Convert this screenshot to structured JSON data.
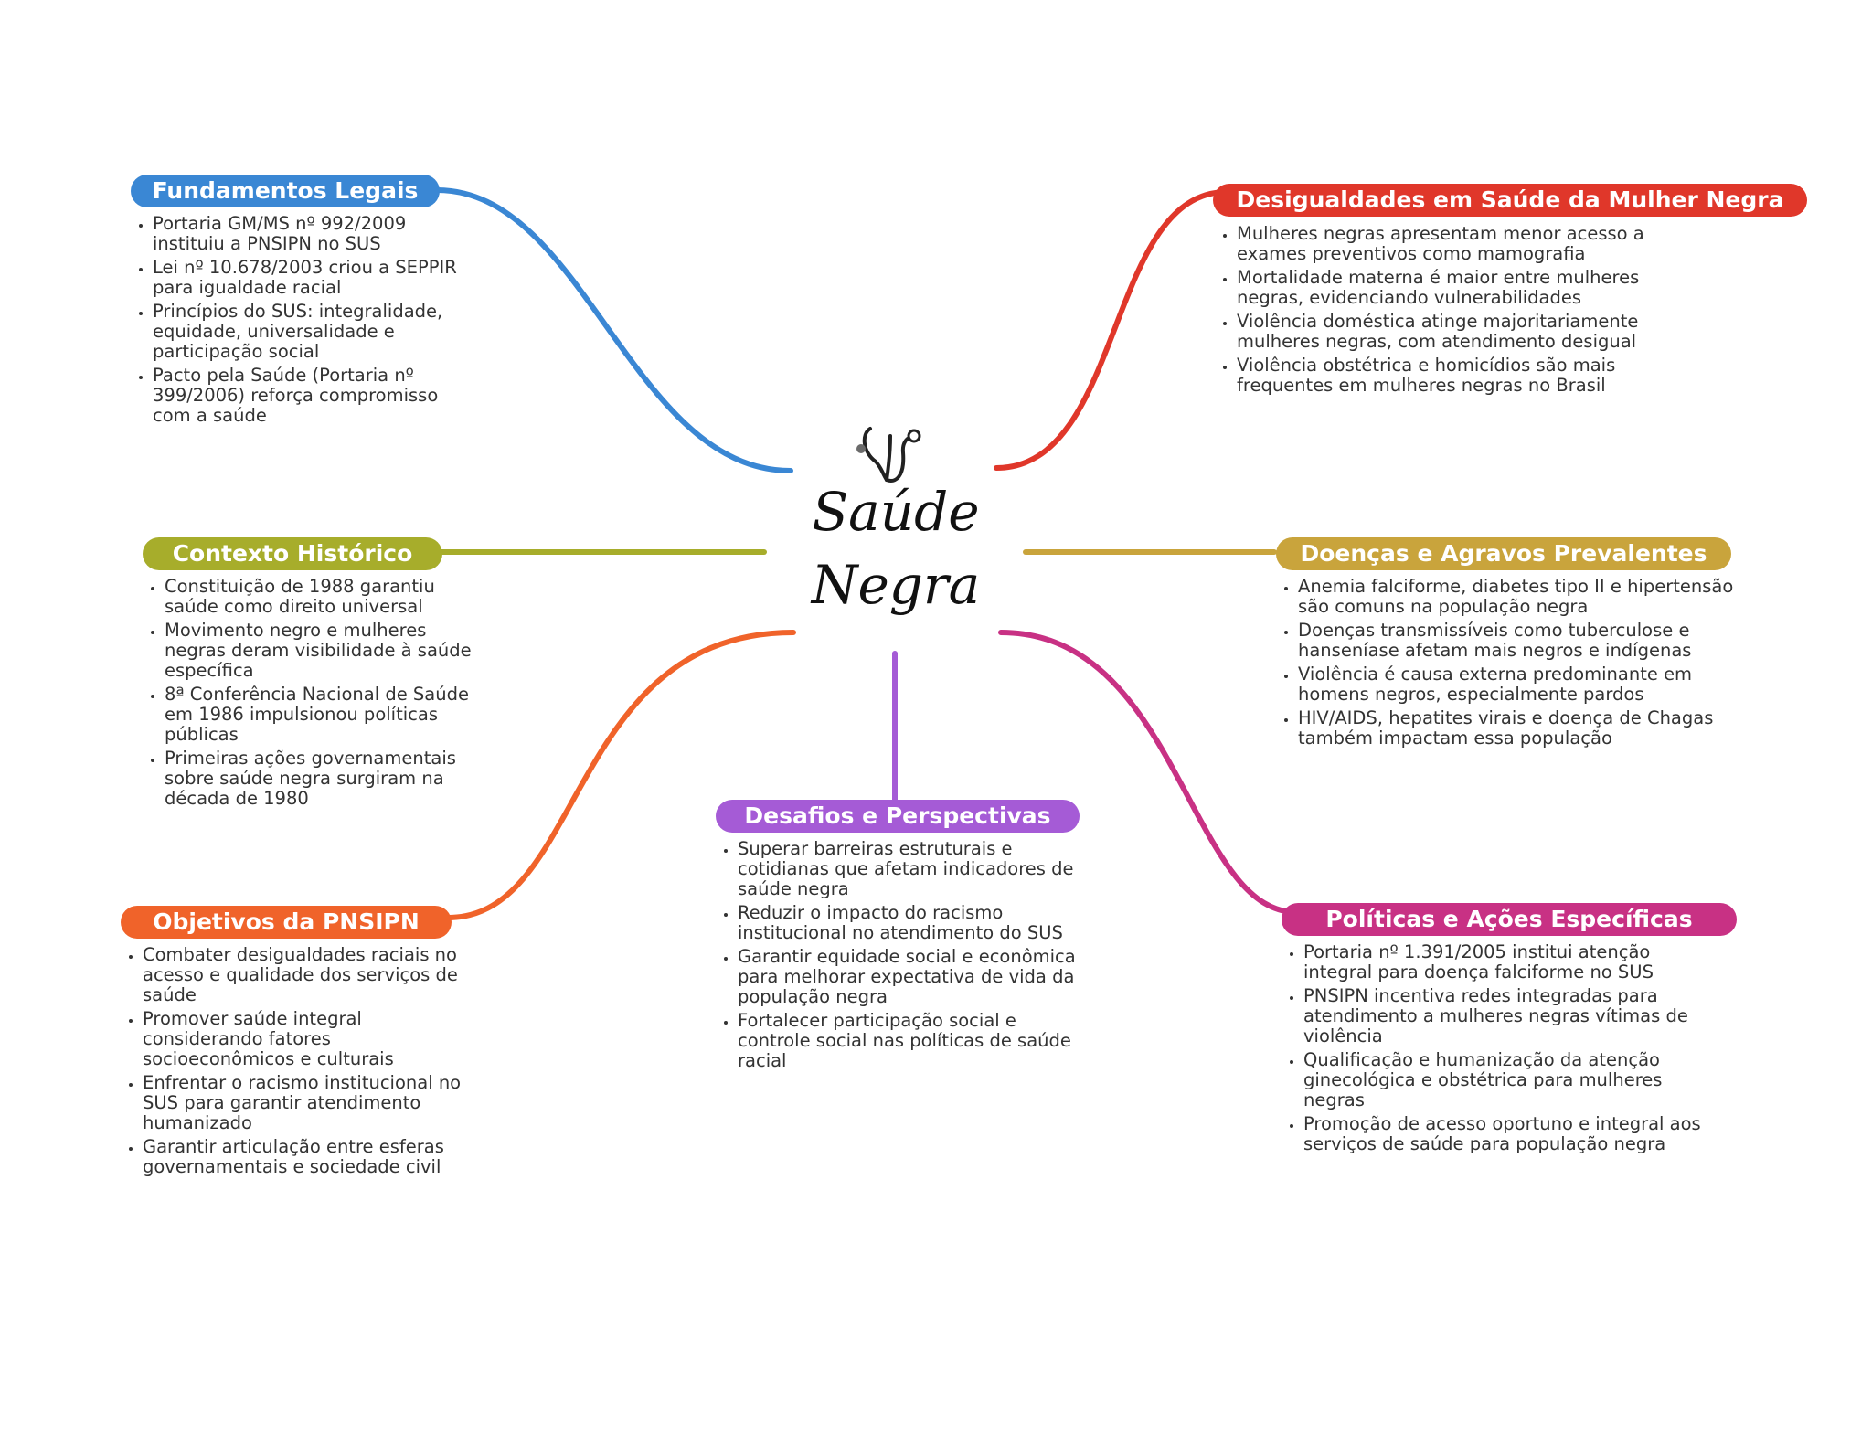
{
  "center": {
    "title_line1": "Saúde",
    "title_line2": "Negra",
    "icon": "stethoscope-icon"
  },
  "colors": {
    "fundamentos": "#3a87d4",
    "desigualdades": "#e0372a",
    "contexto": "#a7ad2b",
    "doencas": "#c9a43c",
    "objetivos": "#f0632a",
    "desafios": "#a55bd6",
    "politicas": "#c83184"
  },
  "branches": {
    "fundamentos": {
      "title": "Fundamentos Legais",
      "items": [
        "Portaria GM/MS nº 992/2009 instituiu a PNSIPN no SUS",
        "Lei nº 10.678/2003 criou a SEPPIR para igualdade racial",
        "Princípios do SUS: integralidade, equidade, universalidade e participação social",
        "Pacto pela Saúde (Portaria nº 399/2006) reforça compromisso com a saúde"
      ]
    },
    "desigualdades": {
      "title": "Desigualdades em Saúde da Mulher Negra",
      "items": [
        "Mulheres negras apresentam menor acesso a exames preventivos como mamografia",
        "Mortalidade materna é maior entre mulheres negras, evidenciando vulnerabilidades",
        "Violência doméstica atinge majoritariamente mulheres negras, com atendimento desigual",
        "Violência obstétrica e homicídios são mais frequentes em mulheres negras no Brasil"
      ]
    },
    "contexto": {
      "title": "Contexto Histórico",
      "items": [
        "Constituição de 1988 garantiu saúde como direito universal",
        "Movimento negro e mulheres negras deram visibilidade à saúde específica",
        "8ª Conferência Nacional de Saúde em 1986 impulsionou políticas públicas",
        "Primeiras ações governamentais sobre saúde negra surgiram na década de 1980"
      ]
    },
    "doencas": {
      "title": "Doenças e Agravos Prevalentes",
      "items": [
        "Anemia falciforme, diabetes tipo II e hipertensão são comuns na população negra",
        "Doenças transmissíveis como tuberculose e hanseníase afetam mais negros e indígenas",
        "Violência é causa externa predominante em homens negros, especialmente pardos",
        "HIV/AIDS, hepatites virais e doença de Chagas também impactam essa população"
      ]
    },
    "objetivos": {
      "title": "Objetivos da PNSIPN",
      "items": [
        "Combater desigualdades raciais no acesso e qualidade dos serviços de saúde",
        "Promover saúde integral considerando fatores socioeconômicos e culturais",
        "Enfrentar o racismo institucional no SUS para garantir atendimento humanizado",
        "Garantir articulação entre esferas governamentais e sociedade civil"
      ]
    },
    "desafios": {
      "title": "Desafios e Perspectivas",
      "items": [
        "Superar barreiras estruturais e cotidianas que afetam indicadores de saúde negra",
        "Reduzir o impacto do racismo institucional no atendimento do SUS",
        "Garantir equidade social e econômica para melhorar expectativa de vida da população negra",
        "Fortalecer participação social e controle social nas políticas de saúde racial"
      ]
    },
    "politicas": {
      "title": "Políticas e Ações Específicas",
      "items": [
        "Portaria nº 1.391/2005 institui atenção integral para doença falciforme no SUS",
        "PNSIPN incentiva redes integradas para atendimento a mulheres negras vítimas de violência",
        "Qualificação e humanização da atenção ginecológica e obstétrica para mulheres negras",
        "Promoção de acesso oportuno e integral aos serviços de saúde para população negra"
      ]
    }
  }
}
